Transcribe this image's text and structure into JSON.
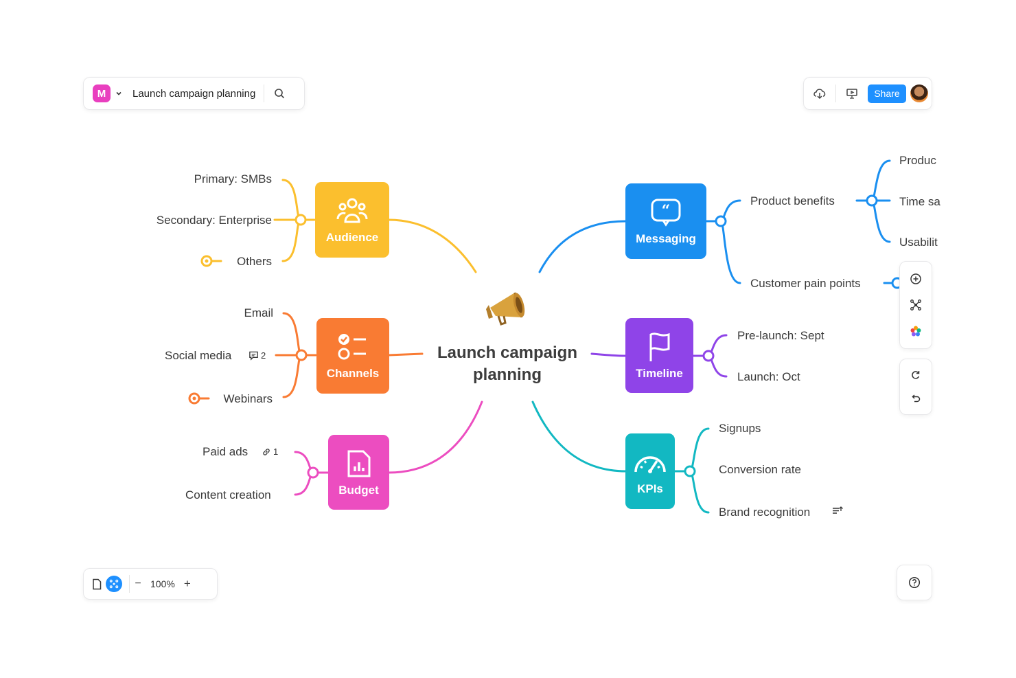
{
  "topbar": {
    "logo_letter": "M",
    "title": "Launch campaign planning",
    "share_label": "Share"
  },
  "map": {
    "center": "Launch campaign planning",
    "branches": {
      "audience": {
        "label": "Audience",
        "color": "#fbbf2e",
        "children": [
          "Primary: SMBs",
          "Secondary: Enterprise",
          "Others"
        ]
      },
      "channels": {
        "label": "Channels",
        "color": "#f97b33",
        "children": [
          "Email",
          "Social media",
          "Webinars"
        ],
        "comment_count": "2"
      },
      "budget": {
        "label": "Budget",
        "color": "#ec4dc0",
        "children": [
          "Paid ads",
          "Content creation"
        ],
        "link_count": "1"
      },
      "messaging": {
        "label": "Messaging",
        "color": "#1a8ff0",
        "children": [
          "Product benefits",
          "Customer pain points"
        ],
        "grandchildren": [
          "Produc",
          "Time sa",
          "Usabilit"
        ]
      },
      "timeline": {
        "label": "Timeline",
        "color": "#8f44e8",
        "children": [
          "Pre-launch: Sept",
          "Launch: Oct"
        ]
      },
      "kpis": {
        "label": "KPIs",
        "color": "#12b8c2",
        "children": [
          "Signups",
          "Conversion rate",
          "Brand recognition"
        ]
      }
    }
  },
  "zoom": {
    "level": "100%",
    "minus": "−",
    "plus": "+"
  },
  "icons": [
    "search-icon",
    "chevron-down-icon",
    "cloud-download-icon",
    "present-icon",
    "plus-circle-icon",
    "mindmap-icon",
    "color-palette-icon",
    "redo-icon",
    "undo-icon",
    "help-icon",
    "page-icon",
    "comment-icon",
    "link-icon",
    "notes-icon",
    "megaphone-icon"
  ]
}
